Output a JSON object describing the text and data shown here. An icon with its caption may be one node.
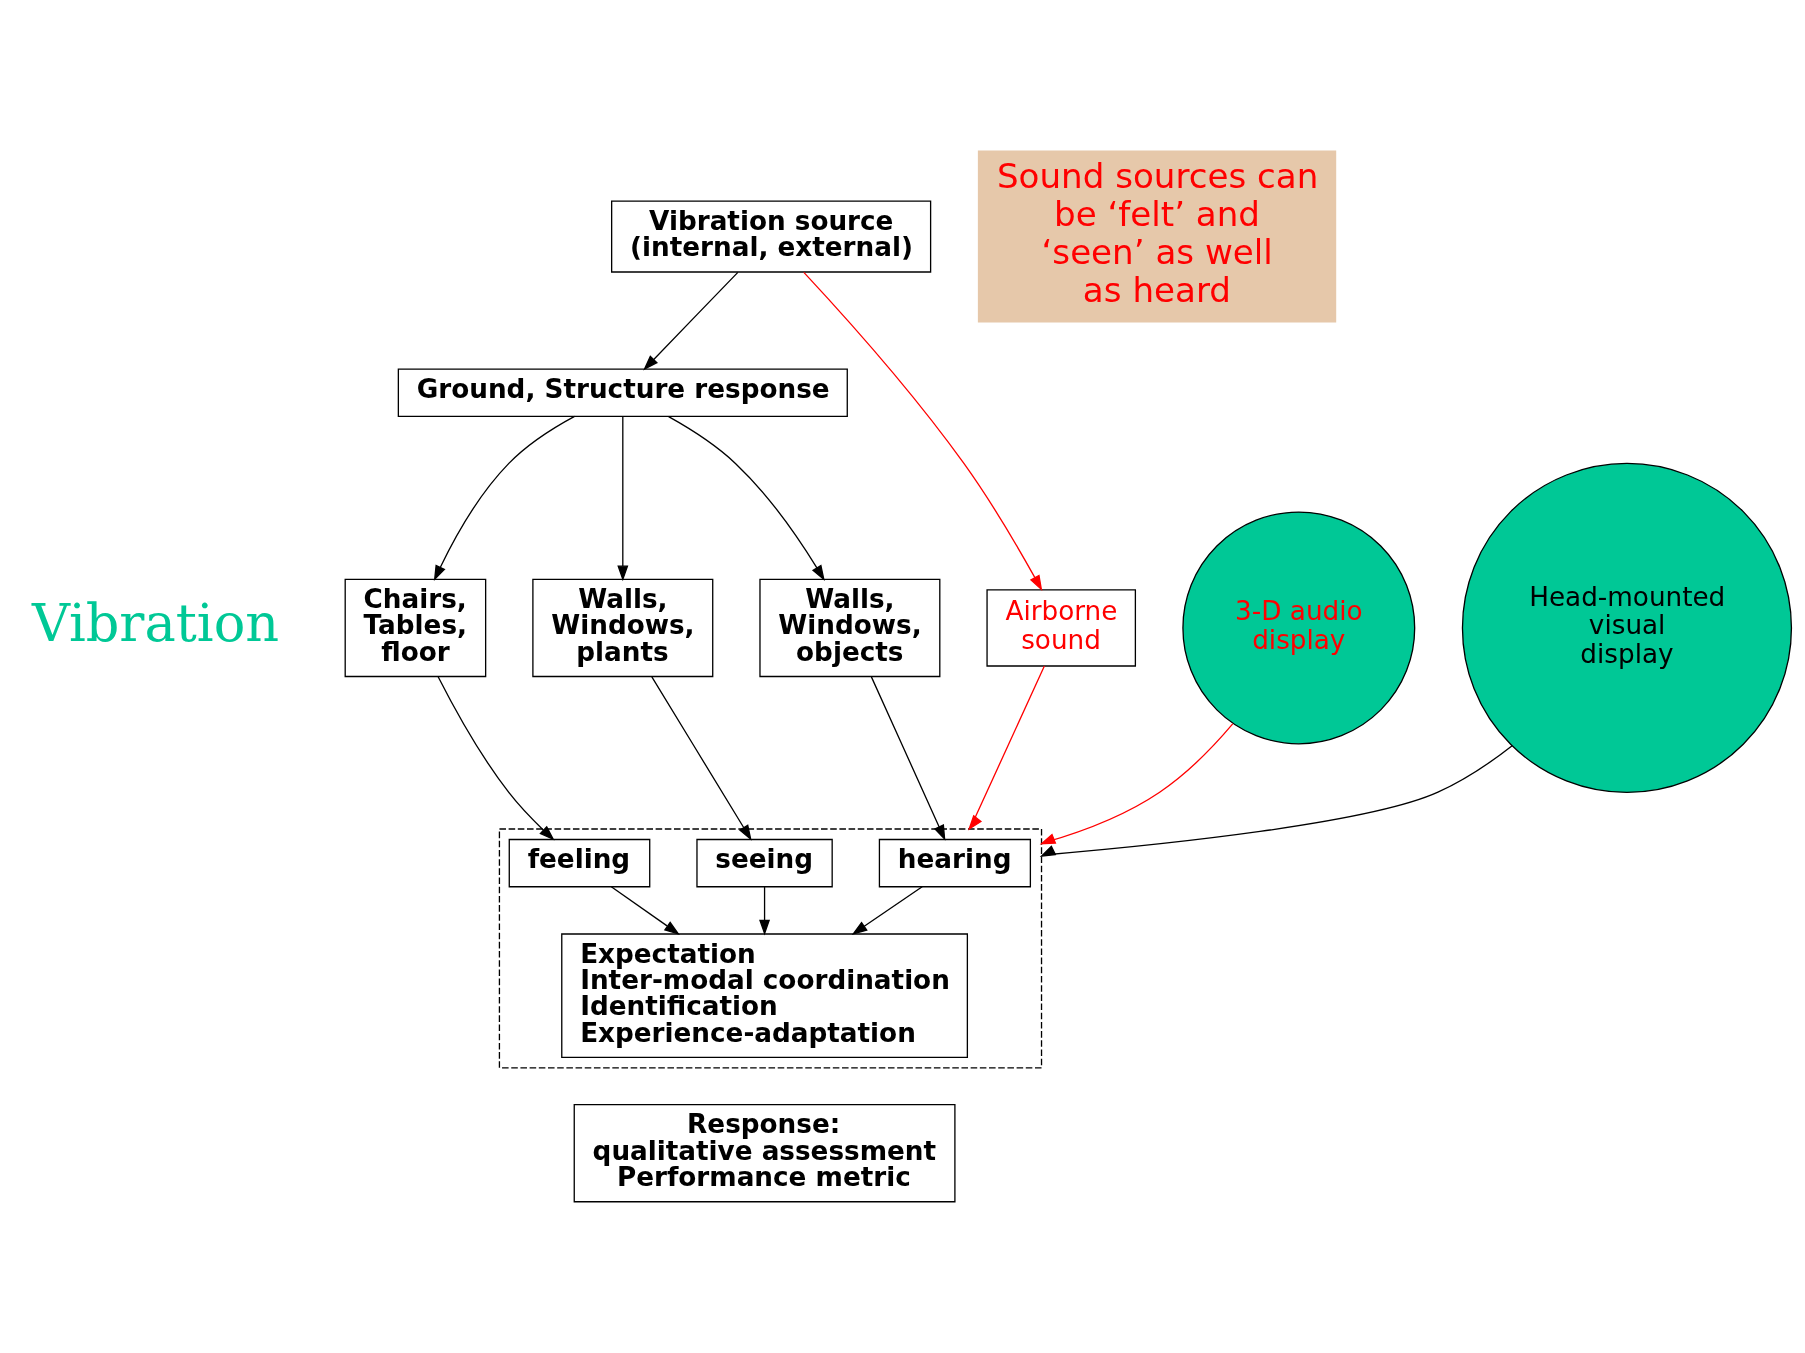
{
  "diagram": {
    "nodes": [
      {
        "text": [
          "Vibration source (internal, external)"
        ]
      },
      {
        "text": [
          "Ground, Structure response"
        ]
      },
      {
        "text": [
          "Walls, Windows, objects"
        ]
      },
      {
        "text": [
          "Chairs, Tables, floor"
        ]
      },
      {
        "text": [
          "Walls, Windows, plants"
        ]
      },
      {
        "text": [
          "Airborne sound"
        ]
      },
      {
        "text": [],
        "shape": "box"
      },
      {
        "text": [
          "3-D audio display"
        ]
      },
      {
        "text": [
          "hearing"
        ],
        "in": 6
      },
      {
        "text": [
          "feeling"
        ],
        "in": 6
      },
      {
        "text": [
          "seeing"
        ],
        "in": 6
      },
      {
        "text": [
          "Head-mounted visual display"
        ]
      },
      {
        "text": [
          "Expectation",
          "Inter-modal coordination",
          "Identification",
          "Experience-adaptation"
        ],
        "in": 6
      },
      {
        "text": [
          "Response:",
          "qualitative assessment",
          "Performance metric"
        ]
      },
      {
        "text": [
          "Sound sources can be ‘felt’ and ‘seen’ as well as heard"
        ]
      }
    ],
    "edges": [
      {
        "from": 0,
        "to": 1,
        "arrow": "to"
      },
      {
        "from": 0,
        "to": 5,
        "arrow": "to",
        "color": "#ff0000"
      },
      {
        "from": 1,
        "to": 2,
        "arrow": "to"
      },
      {
        "from": 1,
        "to": 3,
        "arrow": "to"
      },
      {
        "from": 1,
        "to": 4,
        "arrow": "to"
      },
      {
        "from": 2,
        "to": 8,
        "arrow": "to"
      },
      {
        "from": 3,
        "to": 9,
        "arrow": "to"
      },
      {
        "from": 4,
        "to": 10,
        "arrow": "to"
      },
      {
        "from": 5,
        "to": 6,
        "arrow": "to",
        "color": "#ff0000"
      },
      {
        "from": 7,
        "to": 6,
        "arrow": "to",
        "color": "#ff0000"
      },
      {
        "from": 11,
        "to": 6,
        "arrow": "to"
      },
      {
        "from": 8,
        "to": 12,
        "arrow": "to"
      },
      {
        "from": 9,
        "to": 12,
        "arrow": "to"
      },
      {
        "from": 10,
        "to": 12,
        "arrow": "to"
      }
    ],
    "labels": [
      "Vibration"
    ]
  }
}
